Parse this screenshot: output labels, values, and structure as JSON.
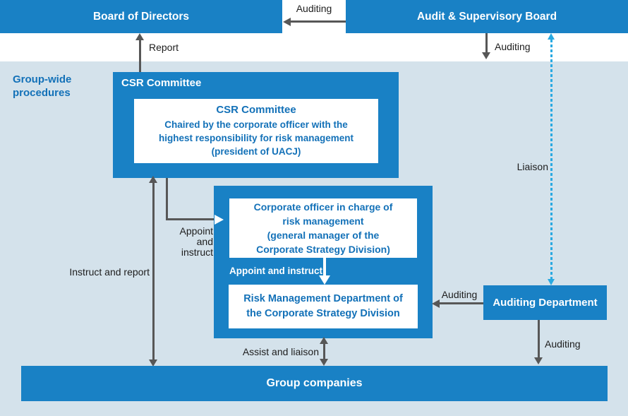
{
  "colors": {
    "primary_blue": "#1981C5",
    "light_blue_bg": "#D4E2EB",
    "arrow_gray": "#575757",
    "dotted_liaison_blue": "#29A9E1",
    "text_blue": "#1371B8",
    "label_black": "#1D1D1D",
    "white": "#FFFFFF"
  },
  "top": {
    "board_title": "Board of Directors",
    "audit_supervisory_title": "Audit & Supervisory Board",
    "notch_auditing_label": "Auditing"
  },
  "labels": {
    "report": "Report",
    "asb_auditing_down": "Auditing",
    "liaison": "Liaison",
    "group_wide": "Group-wide\nprocedures",
    "instruct_and_report": "Instruct and report",
    "appoint_and_instruct_elbow": "Appoint\nand\ninstruct",
    "assist_and_liaison": "Assist and liaison",
    "auditing_dept_to_risk": "Auditing",
    "auditing_dept_to_group": "Auditing"
  },
  "csr": {
    "header": "CSR Committee",
    "inner_title": "CSR Committee",
    "inner_body": "Chaired by the corporate officer with the\nhighest responsibility for risk management\n(president of UACJ)"
  },
  "mid": {
    "officer_text": "Corporate officer in charge of\nrisk management\n(general manager of the\nCorporate Strategy Division)",
    "appoint_and_instruct_label": "Appoint and instruct",
    "risk_dept_text": "Risk Management Department of\nthe Corporate Strategy Division"
  },
  "auditing_dept": {
    "title": "Auditing Department"
  },
  "group_companies": {
    "title": "Group companies"
  }
}
